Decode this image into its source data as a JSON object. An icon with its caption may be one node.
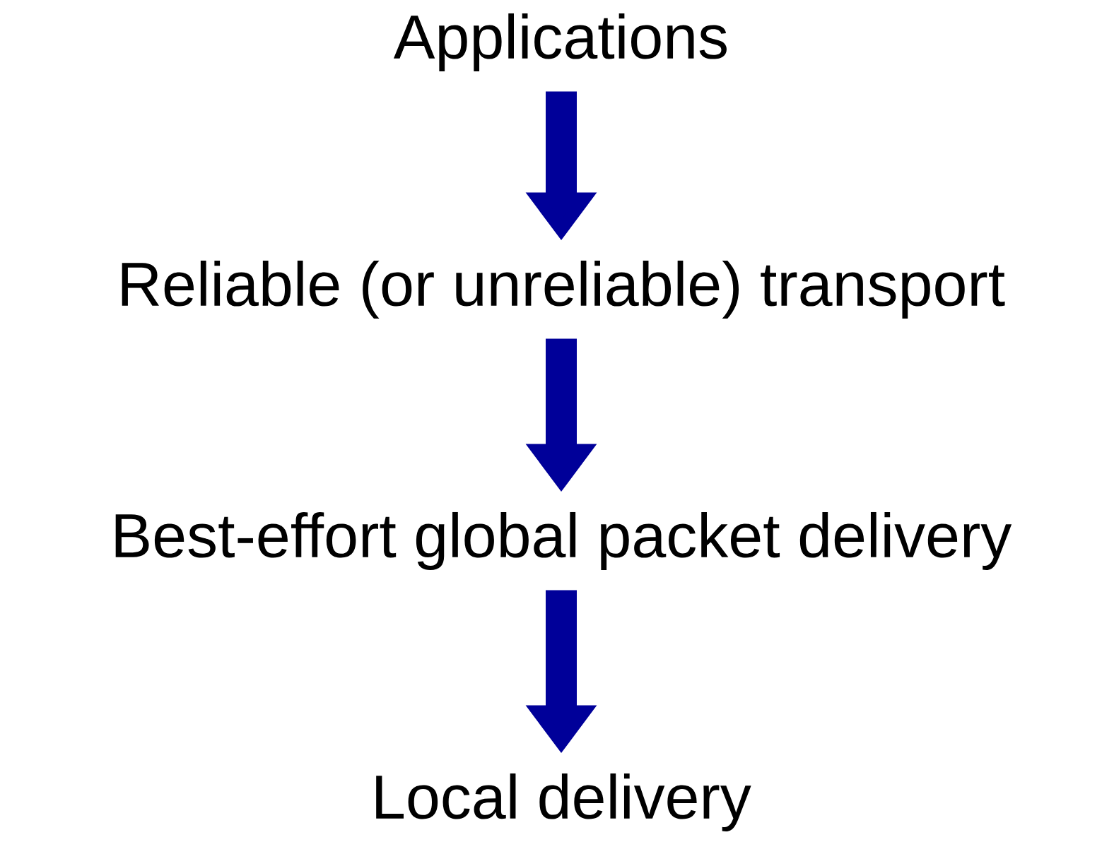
{
  "diagram": {
    "nodes": [
      {
        "text": [
          "Applications"
        ]
      },
      {
        "text": [
          "Reliable (or unreliable) transport"
        ]
      },
      {
        "text": [
          "Best-effort global packet delivery"
        ]
      },
      {
        "text": [
          "Local delivery"
        ]
      }
    ],
    "edges": [
      {
        "from": 0,
        "to": 1,
        "arrow": "to"
      },
      {
        "from": 1,
        "to": 2,
        "arrow": "to"
      },
      {
        "from": 2,
        "to": 3,
        "arrow": "to"
      }
    ]
  }
}
